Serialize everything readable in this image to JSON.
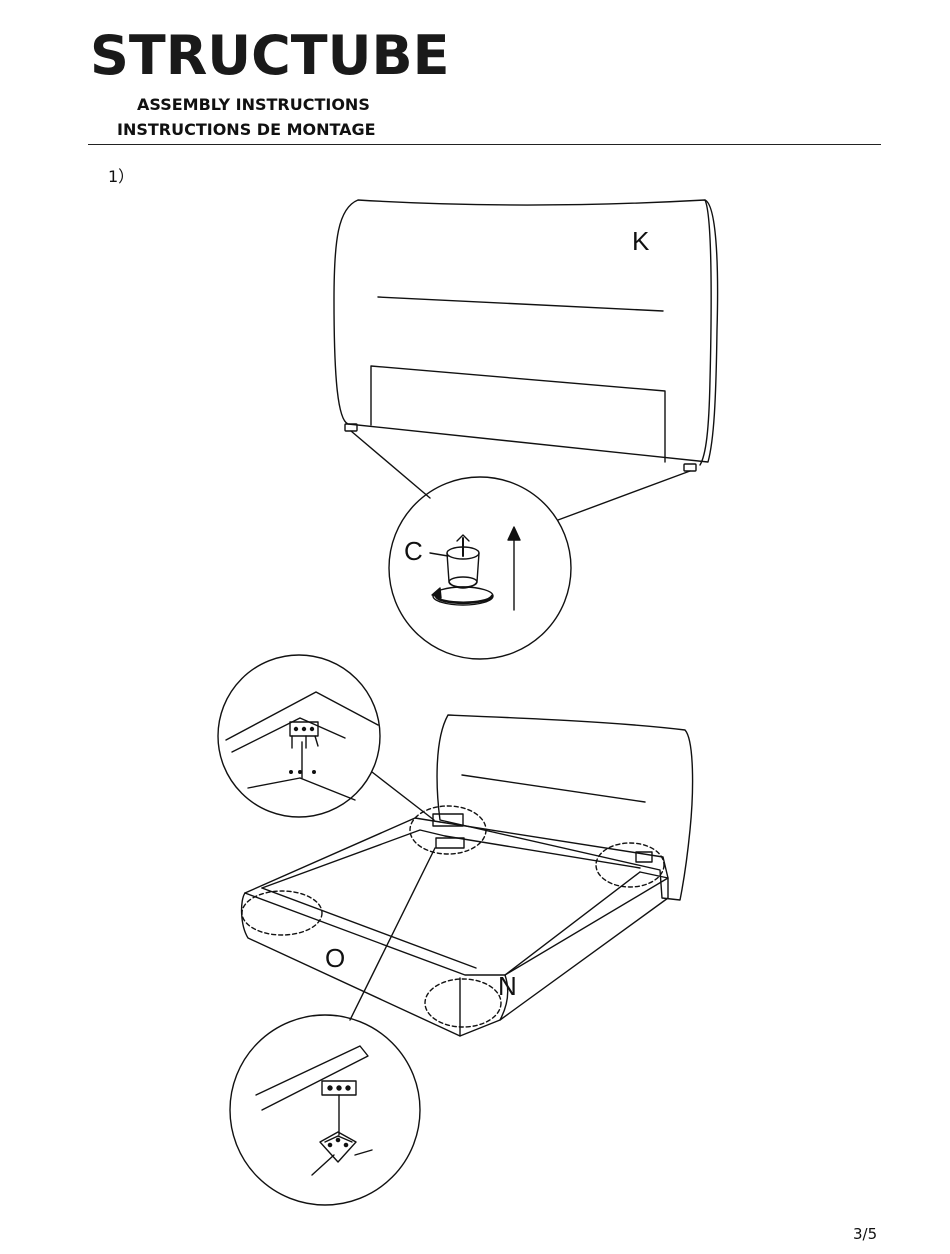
{
  "header": {
    "brand": "STRUCTUBE",
    "subtitle_en": "ASSEMBLY INSTRUCTIONS",
    "subtitle_fr": "INSTRUCTIONS DE MONTAGE"
  },
  "step": {
    "number": "1）"
  },
  "labels": {
    "headboard": "K",
    "leg": "C",
    "side_rail": "O",
    "foot_rail": "N"
  },
  "footer": {
    "page": "3/5"
  }
}
